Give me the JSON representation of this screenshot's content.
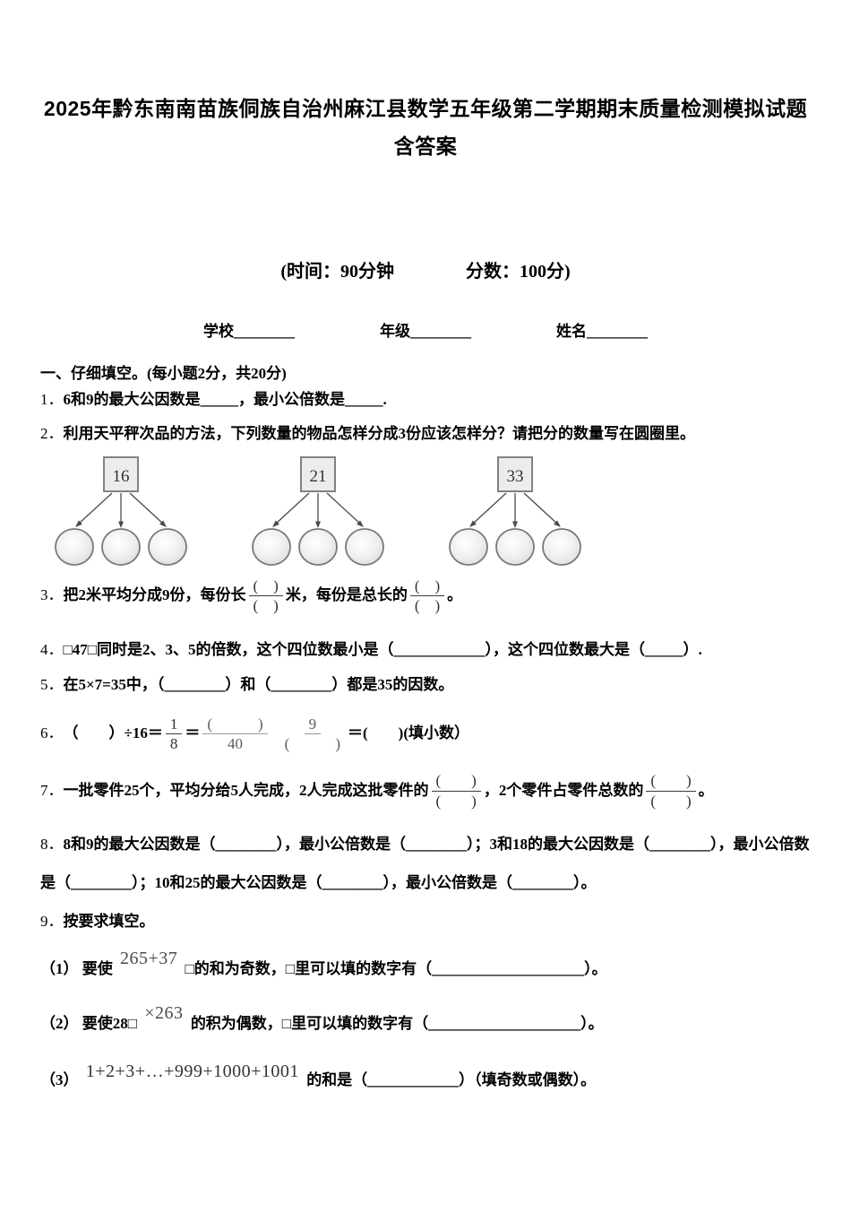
{
  "header": {
    "title": "2025年黔东南南苗族侗族自治州麻江县数学五年级第二学期期末质量检测模拟试题含答案",
    "time": "(时间：90分钟",
    "score": "分数：100分)",
    "school": "学校________",
    "grade": "年级________",
    "name": "姓名________"
  },
  "section1": {
    "heading": "一、仔细填空。(每小题2分，共20分)"
  },
  "q1": {
    "num": "1．",
    "text": "6和9的最大公因数是_____，最小公倍数是_____."
  },
  "q2": {
    "num": "2．",
    "text": "利用天平秤次品的方法，下列数量的物品怎样分成3份应该怎样分？请把分的数量写在圆圈里。"
  },
  "diagram": {
    "boxes": [
      "16",
      "21",
      "33"
    ]
  },
  "q3": {
    "num": "3．",
    "t1": "把2米平均分成9份，每份长",
    "f1": {
      "n": "(　)",
      "d": "(　)"
    },
    "t2": "米，每份是总长的",
    "f2": {
      "n": "(　)",
      "d": "(　)"
    },
    "t3": "。"
  },
  "q4": {
    "num": "4．",
    "text": "□47□同时是2、3、5的倍数，这个四位数最小是（____________），这个四位数最大是（_____）."
  },
  "q5": {
    "num": "5．",
    "text": "在5×7=35中，（________）和（________）都是35的因数。"
  },
  "q6": {
    "num": "6．",
    "t1": "（　　）÷16＝",
    "f1": {
      "n": "1",
      "d": "8"
    },
    "eq": "＝",
    "f2": {
      "n": "(　　　)",
      "d": "40"
    },
    "f3": {
      "n": "9",
      "d": "(　　　)"
    },
    "t2": "＝(　　)(填小数）"
  },
  "q7": {
    "num": "7．",
    "t1": "一批零件25个，平均分给5人完成，2人完成这批零件的",
    "f1": {
      "n": "(　　)",
      "d": "(　　)"
    },
    "t2": "，2个零件占零件总数的",
    "f2": {
      "n": "(　　)",
      "d": "(　　)"
    },
    "t3": "。"
  },
  "q8": {
    "num": "8．",
    "text": "8和9的最大公因数是（________），最小公倍数是（________）；3和18的最大公因数是（________），最小公倍数是（________）；10和25的最大公因数是（________），最小公倍数是（________）。"
  },
  "q9": {
    "num": "9．",
    "text": "按要求填空。",
    "s1": {
      "num": "（1）",
      "t1": "要使",
      "sup": "265+37",
      "t2": "□的和为奇数，□里可以填的数字有（____________________）。"
    },
    "s2": {
      "num": "（2）",
      "t1": "要使28□",
      "sup": "×263",
      "t2": "的积为偶数，□里可以填的数字有（____________________）。"
    },
    "s3": {
      "num": "（3）",
      "formula": "1+2+3+…+999+1000+1001",
      "t2": "的和是（____________）（填奇数或偶数）。"
    }
  }
}
